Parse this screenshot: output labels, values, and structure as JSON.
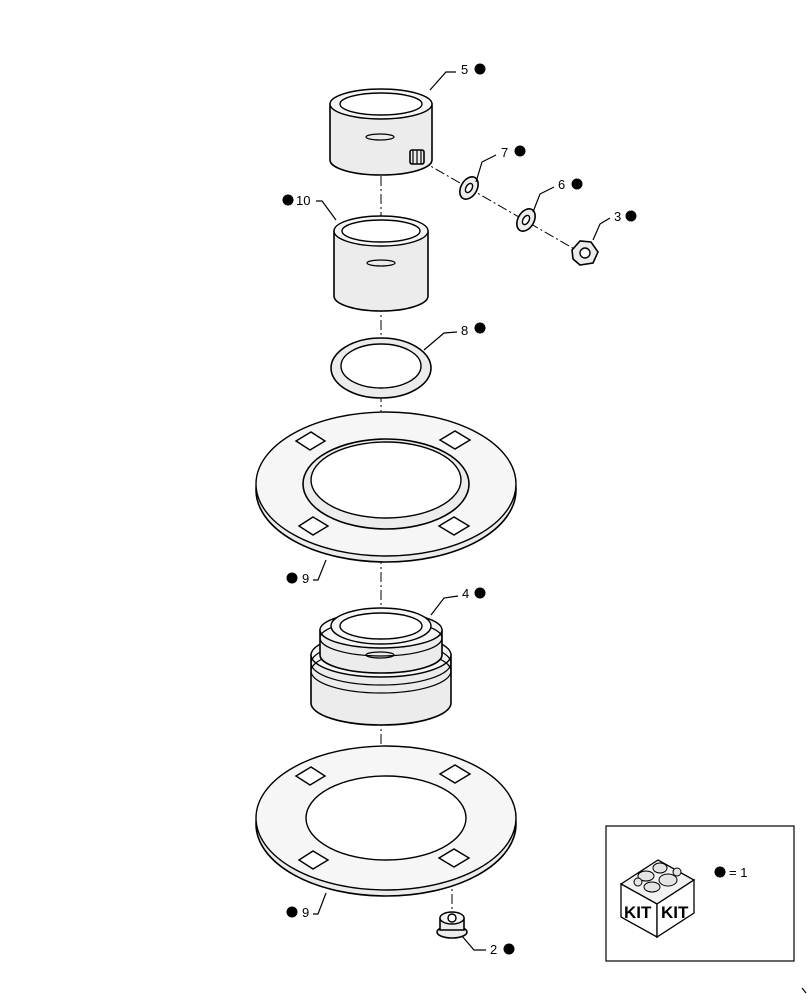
{
  "callouts": [
    {
      "id": "c5",
      "label": "5"
    },
    {
      "id": "c7",
      "label": "7"
    },
    {
      "id": "c6",
      "label": "6"
    },
    {
      "id": "c3",
      "label": "3"
    },
    {
      "id": "c10",
      "label": "10"
    },
    {
      "id": "c8",
      "label": "8"
    },
    {
      "id": "c9a",
      "label": "9"
    },
    {
      "id": "c4",
      "label": "4"
    },
    {
      "id": "c9b",
      "label": "9"
    },
    {
      "id": "c2",
      "label": "2"
    }
  ],
  "legend": {
    "kit_label_left": "KIT",
    "kit_label_right": "KIT",
    "equals_text": "= 1"
  }
}
